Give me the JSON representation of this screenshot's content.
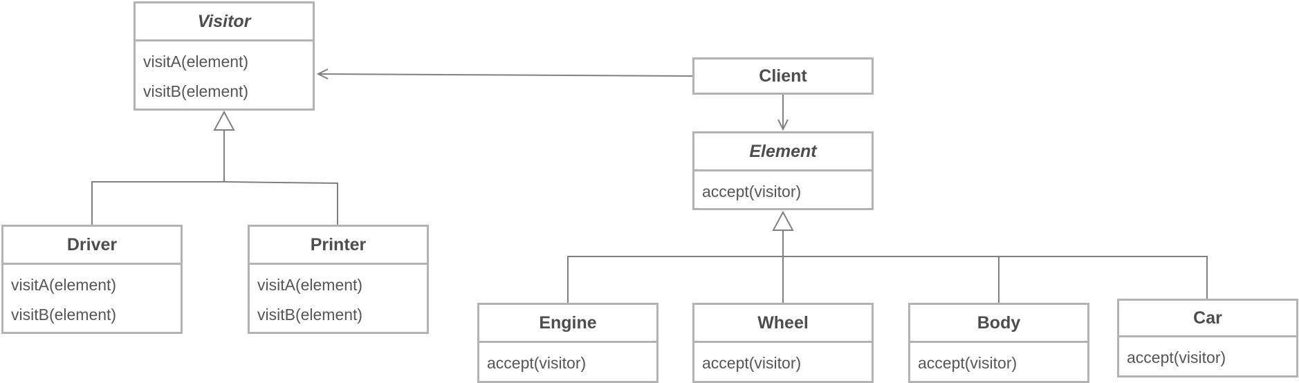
{
  "classes": {
    "visitor": {
      "name": "Visitor",
      "methods": [
        "visitA(element)",
        "visitB(element)"
      ]
    },
    "driver": {
      "name": "Driver",
      "methods": [
        "visitA(element)",
        "visitB(element)"
      ]
    },
    "printer": {
      "name": "Printer",
      "methods": [
        "visitA(element)",
        "visitB(element)"
      ]
    },
    "client": {
      "name": "Client"
    },
    "element": {
      "name": "Element",
      "methods": [
        "accept(visitor)"
      ]
    },
    "engine": {
      "name": "Engine",
      "methods": [
        "accept(visitor)"
      ]
    },
    "wheel": {
      "name": "Wheel",
      "methods": [
        "accept(visitor)"
      ]
    },
    "body": {
      "name": "Body",
      "methods": [
        "accept(visitor)"
      ]
    },
    "car": {
      "name": "Car",
      "methods": [
        "accept(visitor)"
      ]
    }
  },
  "colors": {
    "border": "#b3b3b3",
    "line": "#808080",
    "text": "#4d4d4d"
  }
}
